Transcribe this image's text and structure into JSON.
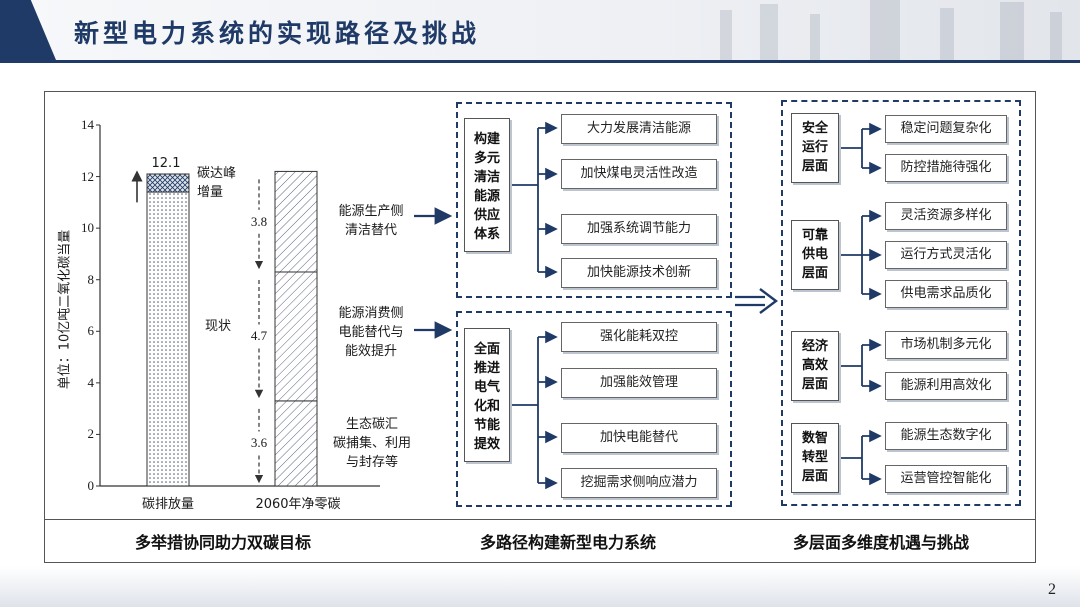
{
  "header": {
    "title": "新型电力系统的实现路径及挑战"
  },
  "page_number": "2",
  "chart_data": {
    "type": "bar",
    "ylabel": "单位：10亿吨二氧化碳当量",
    "ylim": [
      0,
      14
    ],
    "yticks": [
      "0",
      "2",
      "4",
      "6",
      "8",
      "10",
      "12",
      "14"
    ],
    "categories": [
      "碳排放量",
      "2060年净零碳"
    ],
    "bar1": {
      "base_value": 11.4,
      "peak_value": 12.1,
      "peak_label": "12.1",
      "peak_text": "碳达峰\n增量",
      "base_text": "现状"
    },
    "bar2": {
      "segments": [
        {
          "value": 3.3,
          "label": "3.6"
        },
        {
          "value": 5.0,
          "label": "4.7"
        },
        {
          "value": 3.9,
          "label": "3.8"
        }
      ]
    }
  },
  "side_labels": {
    "supply": "能源生产侧\n清洁替代",
    "demand": "能源消费侧\n电能替代与\n能效提升",
    "sink": "生态碳汇\n碳捕集、利用\n与封存等"
  },
  "group1": {
    "title": "构建\n多元\n清洁\n能源\n供应\n体系",
    "items": [
      "大力发展清洁能源",
      "加快煤电灵活性改造",
      "加强系统调节能力",
      "加快能源技术创新"
    ]
  },
  "group2": {
    "title": "全面\n推进\n电气\n化和\n节能\n提效",
    "items": [
      "强化能耗双控",
      "加强能效管理",
      "加快电能替代",
      "挖掘需求侧响应潜力"
    ]
  },
  "right_groups": [
    {
      "title": "安全\n运行\n层面",
      "items": [
        "稳定问题复杂化",
        "防控措施待强化"
      ]
    },
    {
      "title": "可靠\n供电\n层面",
      "items": [
        "灵活资源多样化",
        "运行方式灵活化",
        "供电需求品质化"
      ]
    },
    {
      "title": "经济\n高效\n层面",
      "items": [
        "市场机制多元化",
        "能源利用高效化"
      ]
    },
    {
      "title": "数智\n转型\n层面",
      "items": [
        "能源生态数字化",
        "运营管控智能化"
      ]
    }
  ],
  "captions": [
    "多举措协同助力双碳目标",
    "多路径构建新型电力系统",
    "多层面多维度机遇与挑战"
  ]
}
